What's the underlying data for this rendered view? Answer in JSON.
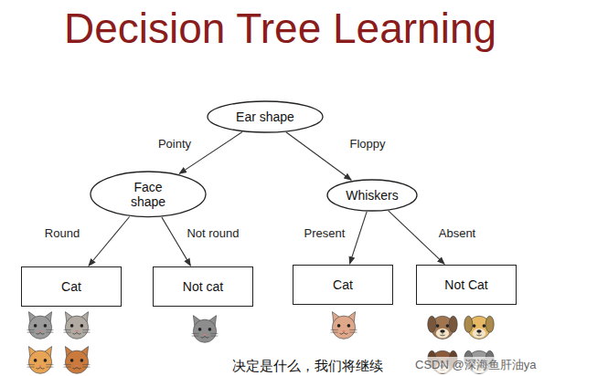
{
  "diagram": {
    "title": "Decision Tree Learning",
    "nodes": [
      {
        "text": [
          "Ear shape"
        ]
      },
      {
        "text": [
          "Face shape"
        ]
      },
      {
        "text": [
          "Whiskers"
        ]
      },
      {
        "text": [
          "Cat"
        ]
      },
      {
        "text": [
          "Not cat"
        ]
      },
      {
        "text": [
          "Cat"
        ]
      },
      {
        "text": [
          "Not Cat"
        ]
      }
    ],
    "edges": [
      {
        "from": 0,
        "to": 1,
        "label": "Pointy",
        "arrow": "to"
      },
      {
        "from": 0,
        "to": 2,
        "label": "Floppy",
        "arrow": "to"
      },
      {
        "from": 1,
        "to": 3,
        "label": "Round",
        "arrow": "to"
      },
      {
        "from": 1,
        "to": 4,
        "label": "Not round",
        "arrow": "to"
      },
      {
        "from": 2,
        "to": 5,
        "label": "Present",
        "arrow": "to"
      },
      {
        "from": 2,
        "to": 6,
        "label": "Absent",
        "arrow": "to"
      }
    ],
    "labels": [
      "决定是什么，我们将继续",
      "CSDN @深海鱼肝油ya"
    ]
  }
}
